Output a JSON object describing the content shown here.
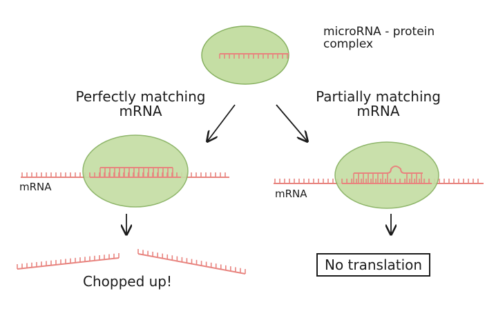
{
  "colors": {
    "blob_fill": "#c5dea4",
    "blob_stroke": "#86b05f",
    "rna": "#e8837e",
    "ink": "#1a1a1a"
  },
  "labels": {
    "complex": "microRNA - protein complex",
    "left_branch": "Perfectly matching mRNA",
    "right_branch": "Partially matching mRNA",
    "mrna_left": "mRNA",
    "mrna_right": "mRNA",
    "left_outcome": "Chopped up!",
    "right_outcome": "No translation"
  }
}
